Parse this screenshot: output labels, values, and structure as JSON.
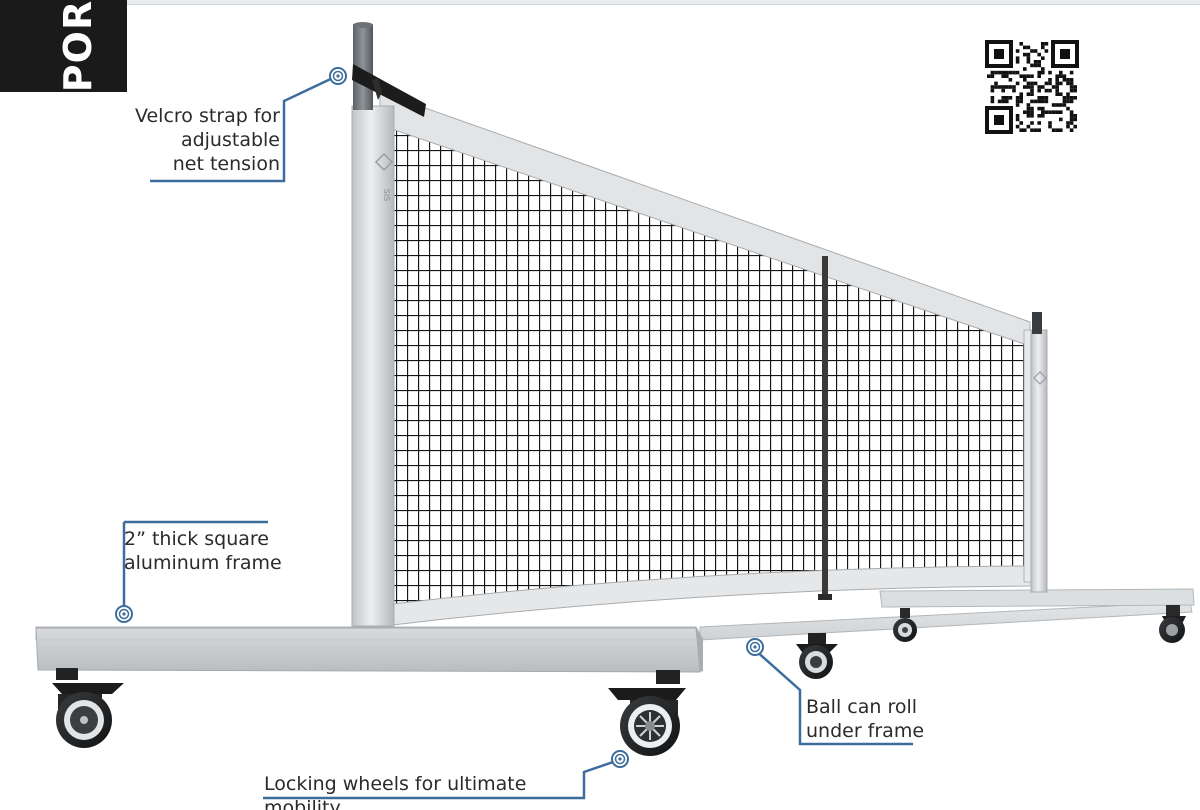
{
  "tab": {
    "label": "POR"
  },
  "callouts": {
    "velcro": "Velcro strap for\nadjustable\nnet tension",
    "frame": "2” thick square\naluminum frame",
    "ball": "Ball can roll\nunder frame",
    "wheels": "Locking wheels for ultimate mobility"
  },
  "net_logo_text": "SIS",
  "icons": {
    "callout_marker": "target-circle-icon",
    "qr": "qr-code-icon"
  },
  "colors": {
    "callout_accent": "#3c6d9c",
    "tab_background": "#1a1a1a",
    "frame_silver": "#d4d6d8",
    "net_black": "#141414",
    "wheel_black": "#1e1e1e"
  }
}
